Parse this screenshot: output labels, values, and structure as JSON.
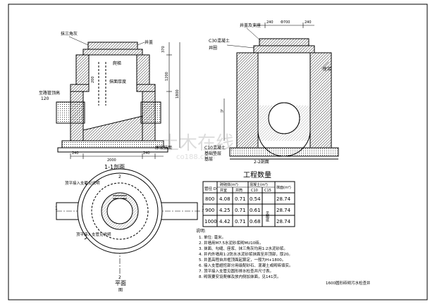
{
  "section11": {
    "title": "1-1剖面",
    "labels": {
      "plaster_triangle": "抹三角灰",
      "well_cover": "井盖",
      "step": "爬梯",
      "plaster_face": "抹面厚度",
      "pipe_top": "至路管顶高",
      "pipe_dim": "120",
      "foundation": "原浆抹面"
    },
    "dims": {
      "d240a": "240",
      "d2000": "2000",
      "d240b": "240",
      "h370": "370",
      "h1200": "1200",
      "h1800": "1800",
      "h200": "200"
    }
  },
  "section22": {
    "title": "2-2剖面",
    "labels": {
      "cover_seat": "井盖及支座",
      "c30": "C30混凝土",
      "wellbody": "井圈",
      "plaster": "座浆",
      "c10": "C10混凝土",
      "foundation_cushion": "基础垫层",
      "base": "基层"
    },
    "dims": {
      "d240a": "240",
      "d700": "Φ700",
      "d240b": "240",
      "h_side": "h"
    }
  },
  "plan": {
    "title": "平面",
    "sub": "图",
    "label_top": "顶平接入支管见说明",
    "label_bottom": "顶平接入支管见说明",
    "sec_mark_1": "1",
    "sec_mark_2": "2",
    "sec_mark_1b": "1",
    "sec_mark_2b": "2"
  },
  "table": {
    "title": "工程数量",
    "col_headers": [
      "管径 D",
      "砖砌体(m³)",
      "混凝土(m³)",
      "",
      "抹面(m²)"
    ],
    "sub_headers": [
      "井室",
      "井筒",
      "C10",
      "C15",
      ""
    ],
    "rows": [
      [
        "800",
        "4.08",
        "0.71",
        "0.54",
        "",
        "28.74"
      ],
      [
        "900",
        "4.25",
        "0.71",
        "0.61",
        "",
        "28.74"
      ],
      [
        "1000",
        "4.42",
        "0.71",
        "0.68",
        "",
        "28.74"
      ]
    ],
    "merged_note": "见图纸"
  },
  "notes": {
    "heading": "说明:",
    "items": [
      "1. 单位: 毫米。",
      "2. 井墙用M7.5水泥砂浆砌MU10砖。",
      "3. 抹面、勾缝、座浆、抹三角灰均用1:2水泥砂浆。",
      "4. 井内外墙用1:2防水水泥砂浆抹面至井顶部，厚20。",
      "5. 井盖高程自井框顶面起算定，一般为H+1800。",
      "6. 接入支管超挖部分用级配砂石、混凝土或砌砖填实。",
      "7. 顶平接入支管见圆形排水检查井尺寸表。",
      "8. 砌筑要安设爬梯及放内侧加抹面，见141页。"
    ]
  },
  "footer_caption": "1600圆形砖砌污水检查井",
  "watermark": {
    "line1": "土木在线",
    "line2": "co188.com"
  }
}
